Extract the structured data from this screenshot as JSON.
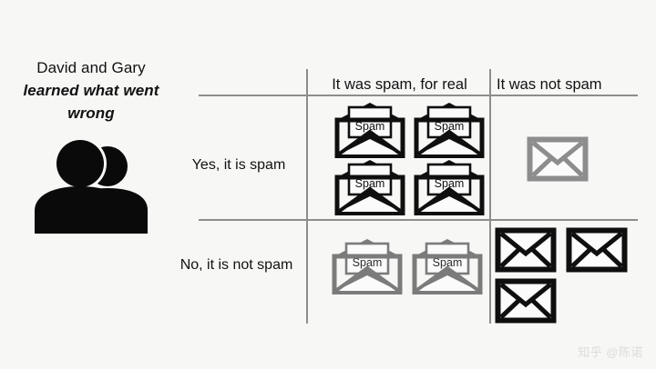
{
  "background_color": "#f7f7f6",
  "left_panel": {
    "title_lines": [
      {
        "text": "David and Gary",
        "emphasis": false
      },
      {
        "text": "learned what went",
        "emphasis": true
      },
      {
        "text": "wrong",
        "emphasis": true
      }
    ],
    "avatar_name": "two-people-silhouette"
  },
  "matrix": {
    "corner_label": "",
    "column_headers": [
      "It was spam, for real",
      "It was not spam"
    ],
    "row_headers": [
      "Yes, it is spam",
      "No, it is not spam"
    ],
    "rule_color": "#8d8d8d",
    "cells": [
      {
        "row": "Yes, it is spam",
        "column": "It was spam, for real",
        "kind": "true-positive",
        "icon": "open-spam-envelope",
        "icon_label": "Spam",
        "icon_color": "#111111",
        "count": 4,
        "layout": "2x2"
      },
      {
        "row": "Yes, it is spam",
        "column": "It was not spam",
        "kind": "false-positive",
        "icon": "closed-envelope",
        "icon_label": "",
        "icon_color": "#8d8d8d",
        "count": 1,
        "layout": "1x1"
      },
      {
        "row": "No, it is not spam",
        "column": "It was spam, for real",
        "kind": "false-negative",
        "icon": "open-spam-envelope",
        "icon_label": "Spam",
        "icon_color": "#7b7b7b",
        "count": 2,
        "layout": "1x2"
      },
      {
        "row": "No, it is not spam",
        "column": "It was not spam",
        "kind": "true-negative",
        "icon": "closed-envelope",
        "icon_label": "",
        "icon_color": "#111111",
        "count": 3,
        "layout": "2+1"
      }
    ]
  },
  "watermark": {
    "text": "知乎 @陈诺"
  }
}
